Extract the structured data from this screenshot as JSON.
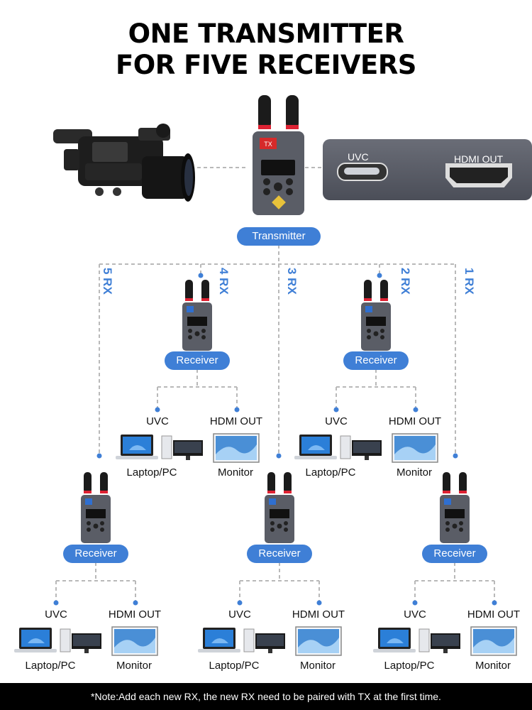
{
  "title": {
    "line1": "ONE TRANSMITTER",
    "line2": "FOR FIVE RECEIVERS"
  },
  "device_label": "TX",
  "ports": {
    "uvc": "UVC",
    "hdmi": "HDMI OUT"
  },
  "transmitter_label": "Transmitter",
  "rx_labels": {
    "rx5": "5 RX",
    "rx4": "4 RX",
    "rx3": "3 RX",
    "rx2": "2 RX",
    "rx1": "1 RX"
  },
  "receivers": [
    {
      "label": "Receiver",
      "uvc": "UVC",
      "hdmi": "HDMI OUT",
      "pc": "Laptop/PC",
      "monitor": "Monitor"
    },
    {
      "label": "Receiver",
      "uvc": "UVC",
      "hdmi": "HDMI OUT",
      "pc": "Laptop/PC",
      "monitor": "Monitor"
    },
    {
      "label": "Receiver",
      "uvc": "UVC",
      "hdmi": "HDMI OUT",
      "pc": "Laptop/PC",
      "monitor": "Monitor"
    },
    {
      "label": "Receiver",
      "uvc": "UVC",
      "hdmi": "HDMI OUT",
      "pc": "Laptop/PC",
      "monitor": "Monitor"
    },
    {
      "label": "Receiver",
      "uvc": "UVC",
      "hdmi": "HDMI OUT",
      "pc": "Laptop/PC",
      "monitor": "Monitor"
    }
  ],
  "note": "*Note:Add each new RX, the new RX need to be paired with TX at the first time.",
  "colors": {
    "accent": "#3f7fd6",
    "wire": "#b9b9b9",
    "device": "#5a5d66"
  }
}
